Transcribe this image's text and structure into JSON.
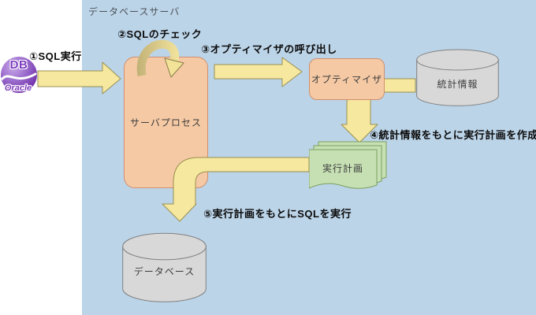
{
  "diagram": {
    "panel_title": "データベースサーバ",
    "client": {
      "icon": "oracle-db-icon",
      "db_label": "DB",
      "name_label": "Oracle"
    },
    "steps": [
      {
        "label": "①SQL実行"
      },
      {
        "label": "②SQLのチェック"
      },
      {
        "label": "③オプティマイザの呼び出し"
      },
      {
        "label": "④統計情報をもとに実行計画を作成"
      },
      {
        "label": "⑤実行計画をもとにSQLを実行"
      }
    ],
    "nodes": {
      "server_process": "サーバプロセス",
      "optimizer": "オプティマイザ",
      "statistics": "統計情報",
      "execution_plan": "実行計画",
      "database": "データベース"
    },
    "colors": {
      "panel_bg": "#bcd4e8",
      "process_fill": "#f5c9a4",
      "process_border": "#cf8f6f",
      "arrow_fill": "#f7e8a0",
      "arrow_border": "#99904f",
      "arrow_shade": "#c1b075",
      "datastore_fill": "#d8d8d8",
      "datastore_border": "#808080",
      "plan_fill": "#c6e0b4",
      "plan_border": "#7ba05e",
      "oracle_purple": "#7d3cbe"
    }
  }
}
